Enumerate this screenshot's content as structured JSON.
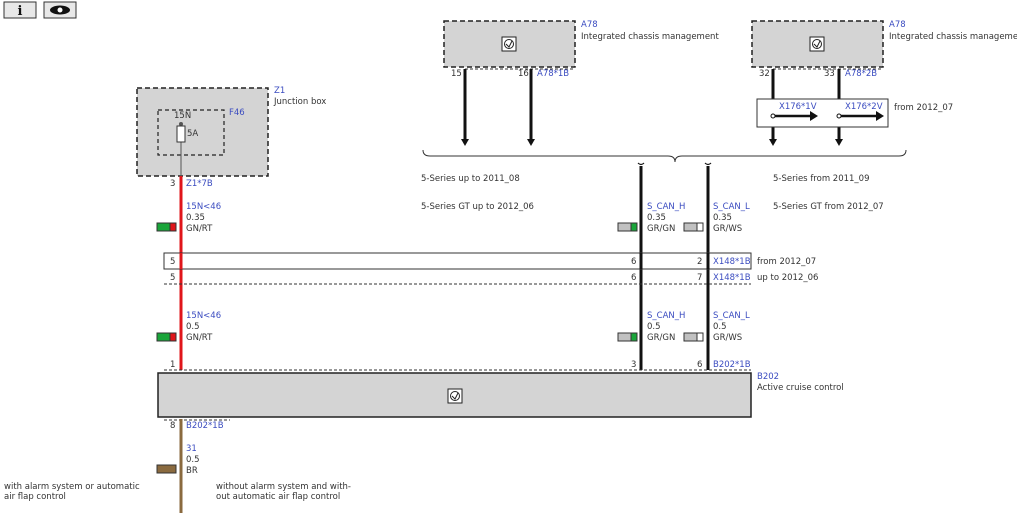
{
  "toolbar": {
    "info_label": "i",
    "view_icon": "eye-icon"
  },
  "colors": {
    "red": "#e0151a",
    "black": "#111111",
    "brown": "#8a6a3f",
    "component_fill": "#d4d4d4",
    "link_blue": "#3b4cc0",
    "green": "#1aa53a",
    "grey": "#c0c0c0"
  },
  "a78_left": {
    "id": "A78",
    "desc": "Integrated chassis management",
    "pin1": "15",
    "pin2": "16",
    "connector": "A78*1B"
  },
  "a78_right": {
    "id": "A78",
    "desc": "Integrated chassis management",
    "pin1": "32",
    "pin2": "33",
    "connector": "A78*2B"
  },
  "x176": {
    "left": "X176*1V",
    "right": "X176*2V",
    "note": "from 2012_07"
  },
  "z1": {
    "id": "Z1",
    "desc": "Junction box",
    "fuse": "F46",
    "fuse_top": "15N",
    "fuse_rating": "5A",
    "pin": "3",
    "connector": "Z1*7B"
  },
  "variants": {
    "left_1": "5-Series up to 2011_08",
    "left_2": "5-Series GT up to 2012_06",
    "right_1": "5-Series from 2011_09",
    "right_2": "5-Series GT from 2012_07"
  },
  "wires_upper": {
    "w1": {
      "signal": "15N<46",
      "size": "0.35",
      "color": "GN/RT"
    },
    "w2": {
      "signal": "S_CAN_H",
      "size": "0.35",
      "color": "GR/GN"
    },
    "w3": {
      "signal": "S_CAN_L",
      "size": "0.35",
      "color": "GR/WS"
    }
  },
  "x148_top": {
    "pin_left": "5",
    "pin_mid": "6",
    "pin_right": "2",
    "connector": "X148*1B",
    "note": "from 2012_07"
  },
  "x148_bottom": {
    "pin_left": "5",
    "pin_mid": "6",
    "pin_right": "7",
    "connector": "X148*1B",
    "note": "up to 2012_06"
  },
  "wires_lower": {
    "w1": {
      "signal": "15N<46",
      "size": "0.5",
      "color": "GN/RT"
    },
    "w2": {
      "signal": "S_CAN_H",
      "size": "0.5",
      "color": "GR/GN"
    },
    "w3": {
      "signal": "S_CAN_L",
      "size": "0.5",
      "color": "GR/WS"
    }
  },
  "b202": {
    "id": "B202",
    "desc": "Active cruise control",
    "connector_top": "B202*1B",
    "pin1": "1",
    "pin3": "3",
    "pin6": "6",
    "pin8": "8",
    "connector_bottom": "B202*1B"
  },
  "ground_wire": {
    "signal": "31",
    "size": "0.5",
    "color": "BR"
  },
  "footnotes": {
    "left_1": "with alarm system or automatic",
    "left_2": "air flap control",
    "mid_1": "without alarm system and with-",
    "mid_2": "out automatic air flap control"
  }
}
